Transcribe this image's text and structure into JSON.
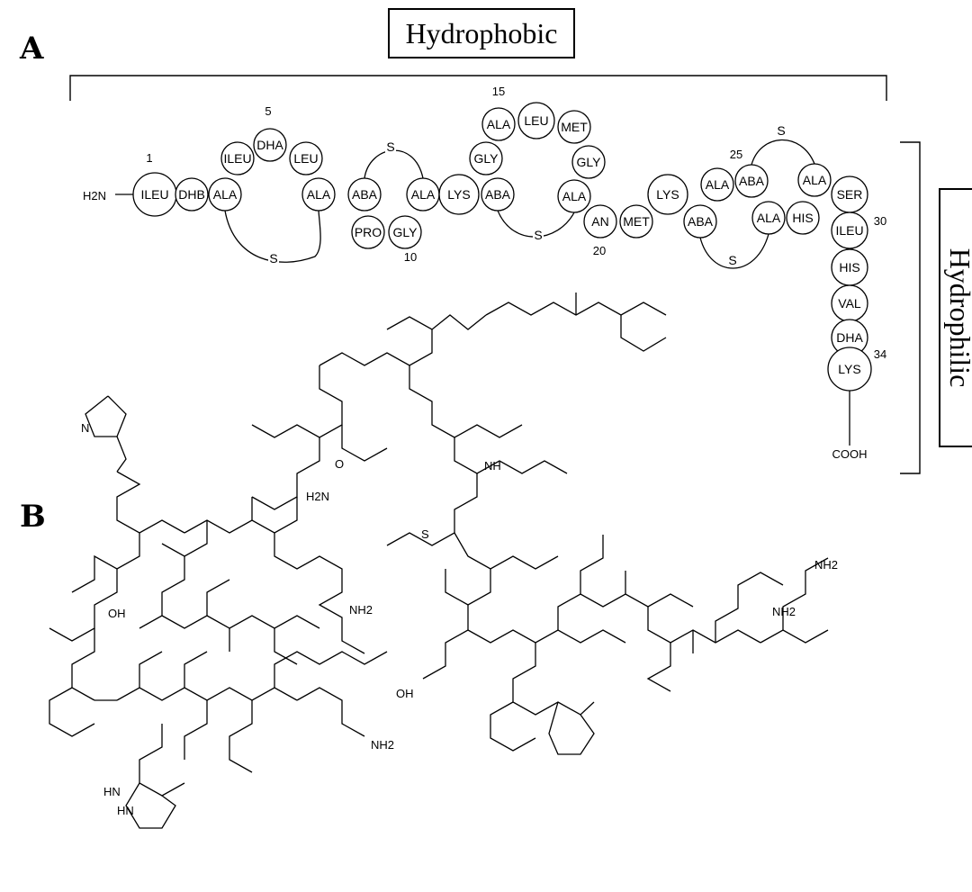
{
  "panels": {
    "a": {
      "letter": "A",
      "hydrophobic_label": "Hydrophobic",
      "hydrophilic_label": "Hydrophilic",
      "n_terminus": "H2N",
      "c_terminus": "COOH",
      "bridge_label": "S",
      "residues": [
        {
          "label": "ILEU"
        },
        {
          "label": "DHB"
        },
        {
          "label": "ALA"
        },
        {
          "label": "ILEU"
        },
        {
          "label": "DHA"
        },
        {
          "label": "LEU"
        },
        {
          "label": "ALA"
        },
        {
          "label": "ABA"
        },
        {
          "label": "PRO"
        },
        {
          "label": "GLY"
        },
        {
          "label": "ALA"
        },
        {
          "label": "LYS"
        },
        {
          "label": "ABA"
        },
        {
          "label": "GLY"
        },
        {
          "label": "ALA"
        },
        {
          "label": "LEU"
        },
        {
          "label": "MET"
        },
        {
          "label": "GLY"
        },
        {
          "label": "ALA"
        },
        {
          "label": "AN"
        },
        {
          "label": "MET"
        },
        {
          "label": "LYS"
        },
        {
          "label": "ABA"
        },
        {
          "label": "ALA"
        },
        {
          "label": "ABA"
        },
        {
          "label": "ALA"
        },
        {
          "label": "HIS"
        },
        {
          "label": "ALA"
        },
        {
          "label": "SER"
        },
        {
          "label": "ILEU"
        },
        {
          "label": "HIS"
        },
        {
          "label": "VAL"
        },
        {
          "label": "DHA"
        },
        {
          "label": "LYS"
        }
      ],
      "position_numbers": [
        "1",
        "5",
        "10",
        "15",
        "20",
        "25",
        "30",
        "34"
      ]
    },
    "b": {
      "letter": "B",
      "atom_labels": [
        "H2N",
        "NH2",
        "NH",
        "N",
        "O",
        "S",
        "OH",
        "HN",
        "HN",
        "NH2",
        "NH2",
        "NH2",
        "OH"
      ]
    }
  }
}
